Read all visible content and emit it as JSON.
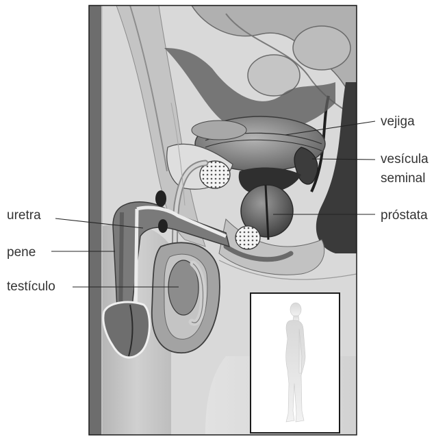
{
  "labels": {
    "vejiga": "vejiga",
    "vesicula_line1": "vesícula",
    "vesicula_line2": "seminal",
    "prostata": "próstata",
    "uretra": "uretra",
    "pene": "pene",
    "testiculo": "testículo"
  },
  "colors": {
    "panel_border": "#1a1a1a",
    "label_text": "#333333"
  }
}
